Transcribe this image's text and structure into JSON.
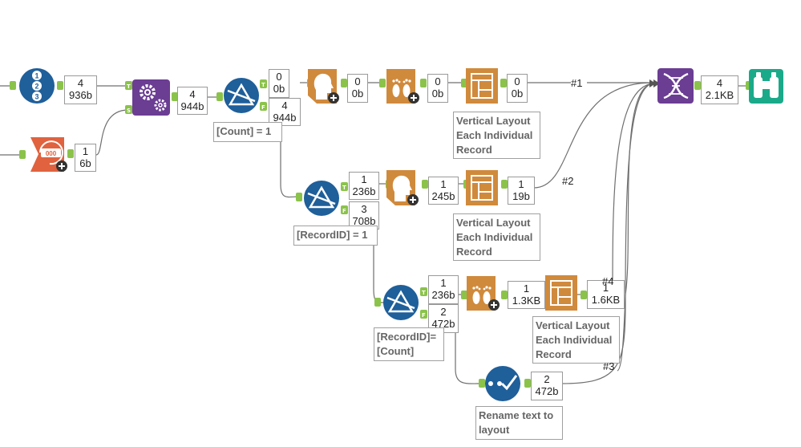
{
  "counts": {
    "c_seq": {
      "n": "4",
      "s": "936b"
    },
    "c_num": {
      "n": "1",
      "s": "6b"
    },
    "c_join": {
      "n": "4",
      "s": "944b"
    },
    "c_f1_t": {
      "n": "0",
      "s": "0b"
    },
    "c_f1_f": {
      "n": "4",
      "s": "944b"
    },
    "c_h1": {
      "n": "0",
      "s": "0b"
    },
    "c_fo1": {
      "n": "0",
      "s": "0b"
    },
    "c_l1": {
      "n": "0",
      "s": "0b"
    },
    "c_f2_t": {
      "n": "1",
      "s": "236b"
    },
    "c_f2_f": {
      "n": "3",
      "s": "708b"
    },
    "c_h2": {
      "n": "1",
      "s": "245b"
    },
    "c_l2": {
      "n": "1",
      "s": "19b"
    },
    "c_f3_t": {
      "n": "1",
      "s": "236b"
    },
    "c_f3_f": {
      "n": "2",
      "s": "472b"
    },
    "c_fo2": {
      "n": "1",
      "s": "1.3KB"
    },
    "c_l3": {
      "n": "1",
      "s": "1.6KB"
    },
    "c_ren": {
      "n": "2",
      "s": "472b"
    },
    "c_union": {
      "n": "4",
      "s": "2.1KB"
    }
  },
  "annotations": {
    "filter1": "[Count] = 1",
    "filter2": "[RecordID] = 1",
    "filter3_l1": "[RecordID]=",
    "filter3_l2": "[Count]",
    "layout1_l1": "Vertical Layout",
    "layout1_l2": "Each Individual",
    "layout1_l3": "Record",
    "layout2_l1": "Vertical Layout",
    "layout2_l2": "Each Individual",
    "layout2_l3": "Record",
    "layout3_l1": "Vertical Layout",
    "layout3_l2": "Each Individual",
    "layout3_l3": "Record",
    "rename_l1": "Rename text to",
    "rename_l2": "layout"
  },
  "wire_labels": {
    "w1": "#1",
    "w2": "#2",
    "w3": "#3",
    "w4": "#4"
  },
  "anchors": {
    "true": "T",
    "false": "F",
    "source": "S"
  },
  "sequence_digits": [
    "1",
    "2",
    "3"
  ],
  "number_badge": "000",
  "tools": {
    "sequence": "sequence-tool-icon",
    "number": "record-id-tool-icon",
    "join": "append-fields-gear-icon",
    "filter": "filter-triangle-icon",
    "header": "report-header-head-icon",
    "footer": "report-footer-feet-icon",
    "layout": "layout-table-icon",
    "union": "union-dna-icon",
    "browse": "browse-binoculars-icon",
    "rename": "rename-check-icon"
  },
  "colors": {
    "blue_tool": "#1f5f9a",
    "purple_tool": "#6b3d93",
    "orange_tool": "#d08a3c",
    "teal_tool": "#1aaa8a",
    "red_tool": "#e0623f",
    "anchor_green": "#8bc34a"
  }
}
